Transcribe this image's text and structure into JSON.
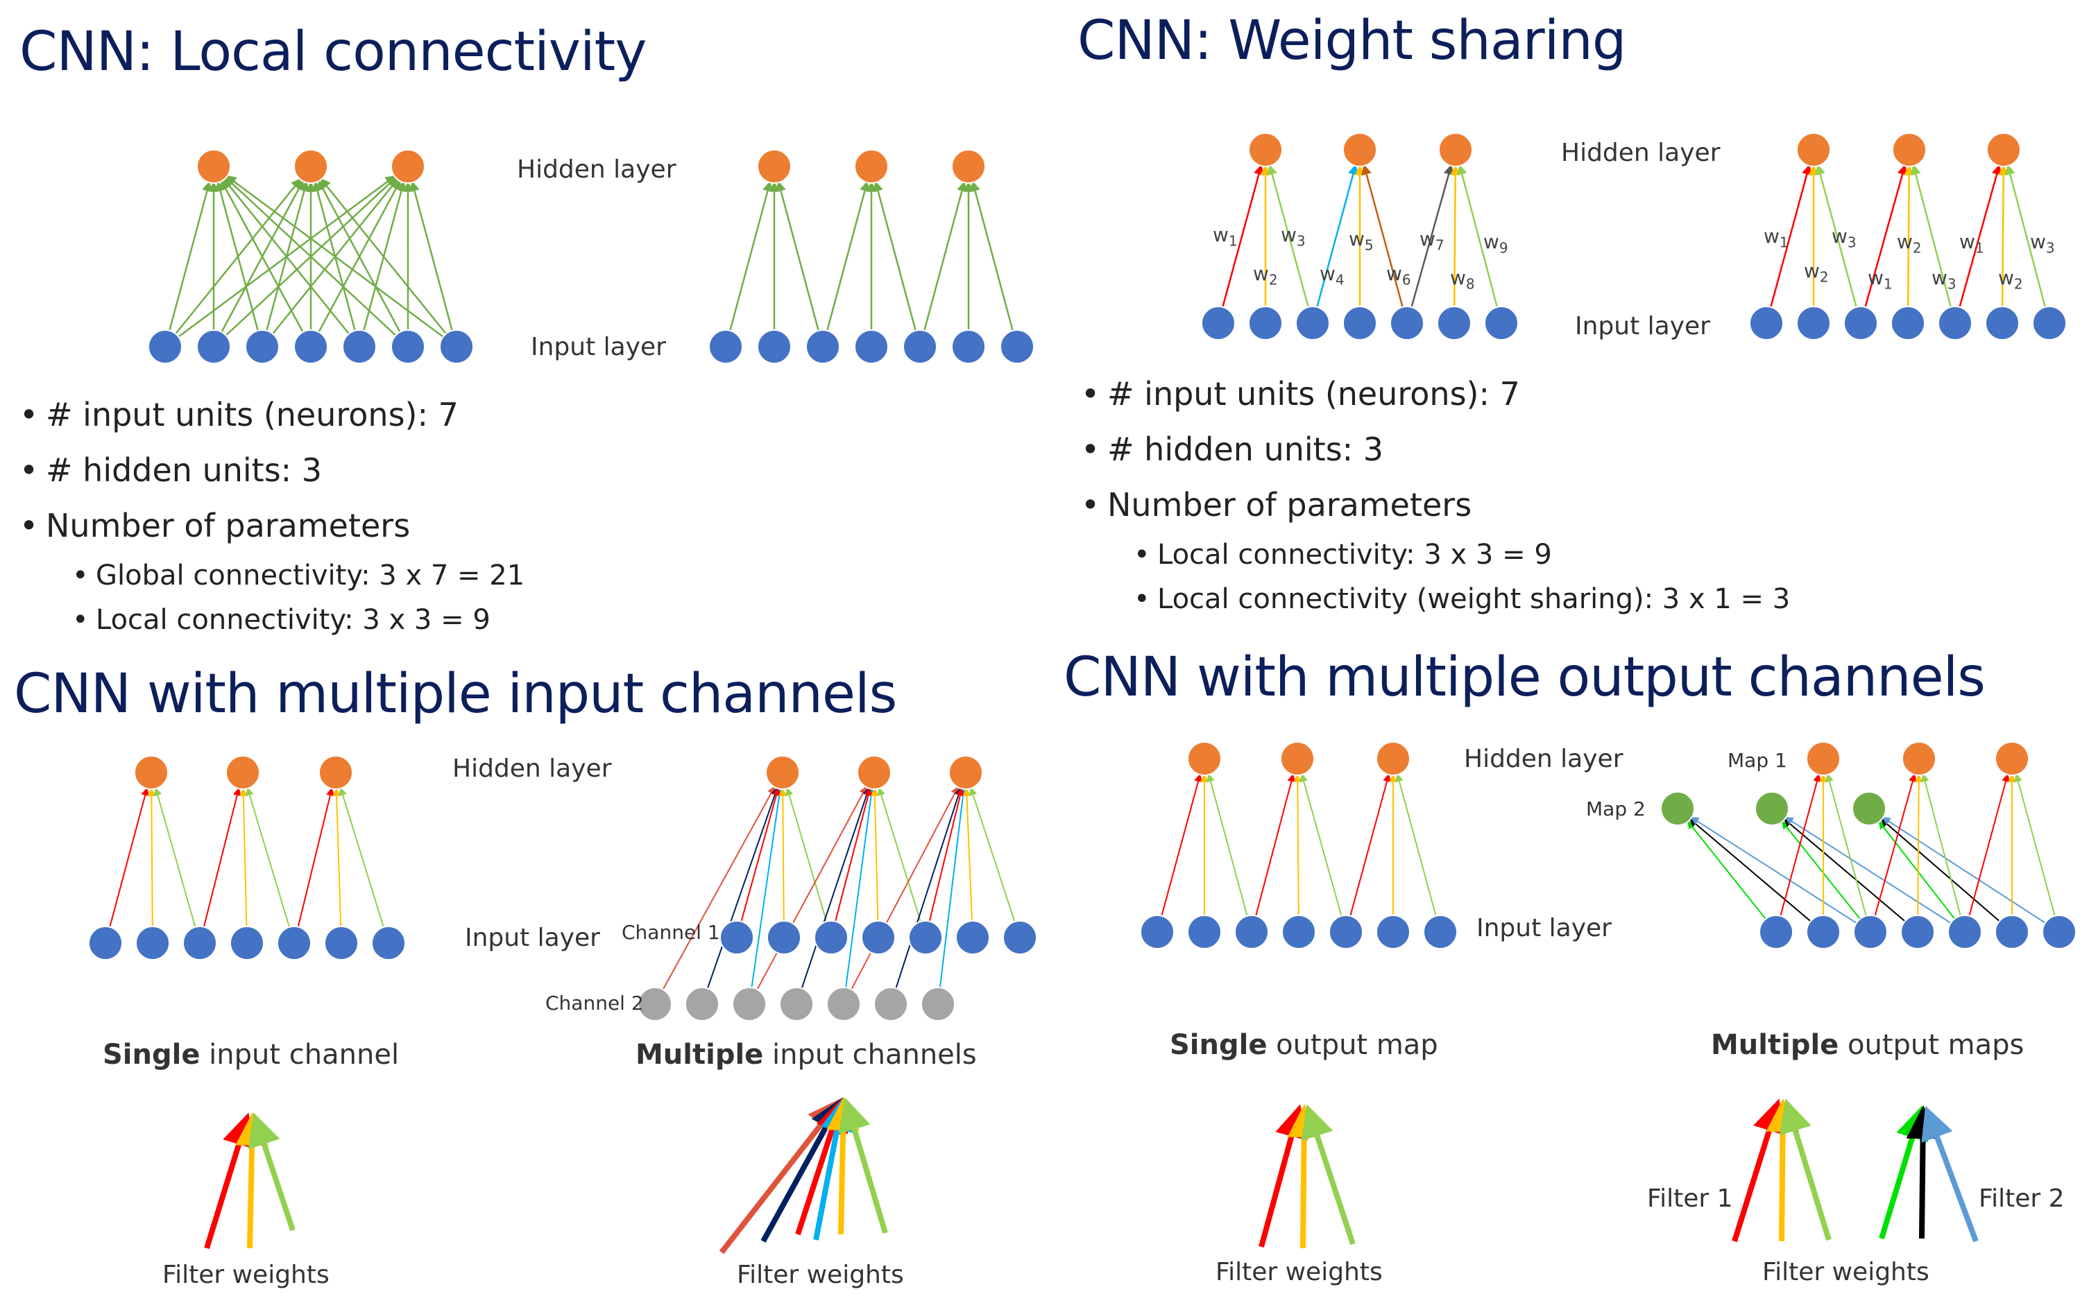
{
  "q1": {
    "title": "CNN: Local connectivity",
    "hidden_label": "Hidden layer",
    "input_label": "Input layer",
    "bullets": [
      "# input units (neurons): 7",
      "# hidden units: 3",
      "Number of parameters"
    ],
    "sub_bullets": [
      "Global connectivity: 3 x 7 = 21",
      "Local connectivity:   3 x 3 = 9"
    ]
  },
  "q2": {
    "title": "CNN: Weight sharing",
    "hidden_label": "Hidden layer",
    "input_label": "Input layer",
    "weights_left": [
      "w",
      "1",
      "w",
      "2",
      "w",
      "3",
      "w",
      "4",
      "w",
      "5",
      "w",
      "6",
      "w",
      "7",
      "w",
      "8",
      "w",
      "9"
    ],
    "weights_right": [
      "w",
      "1",
      "w",
      "2",
      "w",
      "3",
      "w",
      "1",
      "w",
      "2",
      "w",
      "3",
      "w",
      "1",
      "w",
      "2",
      "w",
      "3"
    ],
    "bullets": [
      "# input units (neurons): 7",
      "# hidden units: 3",
      "Number of parameters"
    ],
    "sub_bullets": [
      "Local connectivity: 3 x 3 = 9",
      "Local connectivity (weight sharing):   3 x 1 = 3"
    ]
  },
  "q3": {
    "title": "CNN with multiple input channels",
    "hidden_label": "Hidden layer",
    "input_label": "Input layer",
    "channel1_label": "Channel 1",
    "channel2_label": "Channel 2",
    "caption_left_bold": "Single",
    "caption_left_rest": " input channel",
    "caption_right_bold": "Multiple",
    "caption_right_rest": " input channels",
    "filter_label_left": "Filter weights",
    "filter_label_right": "Filter weights"
  },
  "q4": {
    "title": "CNN with multiple output channels",
    "hidden_label": "Hidden layer",
    "input_label": "Input layer",
    "map1_label": "Map 1",
    "map2_label": "Map 2",
    "caption_left_bold": "Single",
    "caption_left_rest": " output map",
    "caption_right_bold": "Multiple",
    "caption_right_rest": " output maps",
    "filter1_label": "Filter 1",
    "filter2_label": "Filter 2",
    "filter_label_left": "Filter weights",
    "filter_label_right": "Filter weights"
  },
  "colors": {
    "title": "#0c1f5c",
    "hidden_node": "#ed7d31",
    "input_node": "#4472c4",
    "channel2_node": "#a5a5a5",
    "map2_node": "#70ad47",
    "edge_green": "#70ad47",
    "edge_red": "#ff0000",
    "edge_orange": "#ffc000",
    "edge_lightgreen": "#92d050",
    "edge_navy": "#002060",
    "edge_blue": "#00b0f0",
    "edge_salmon": "#e0533b",
    "edge_brightgreen": "#00e000",
    "edge_black": "#000000",
    "edge_steel": "#5b9bd5"
  }
}
